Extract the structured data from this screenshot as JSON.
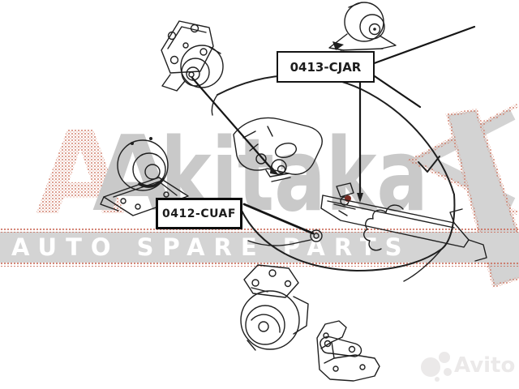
{
  "diagram": {
    "part_labels": [
      {
        "code": "0413-CJAR"
      },
      {
        "code": "0412-CUAF"
      }
    ],
    "parts": [
      "engine-mount-top-left",
      "engine-mount-top-right",
      "engine-mount-left-ring",
      "engine-roll-stopper-bottom",
      "mount-bracket-bottom-right",
      "engine-bay-assembly"
    ]
  },
  "watermarks": {
    "brand_full": "Akitaka",
    "brand_first_letter": "A",
    "brand_rest": "kitaka",
    "banner_text": "AUTO SPARE PARTS",
    "marketplace_text": "Avito"
  },
  "colors": {
    "line_art": "#1f1f1f",
    "watermark_gray": "#c9c9c9",
    "watermark_red": "#c96a57",
    "banner_bg": "#d4d4d4",
    "banner_text": "#ffffff",
    "marker_red_dot": "#7a2a22",
    "avito_gray": "#ebe9e9"
  }
}
